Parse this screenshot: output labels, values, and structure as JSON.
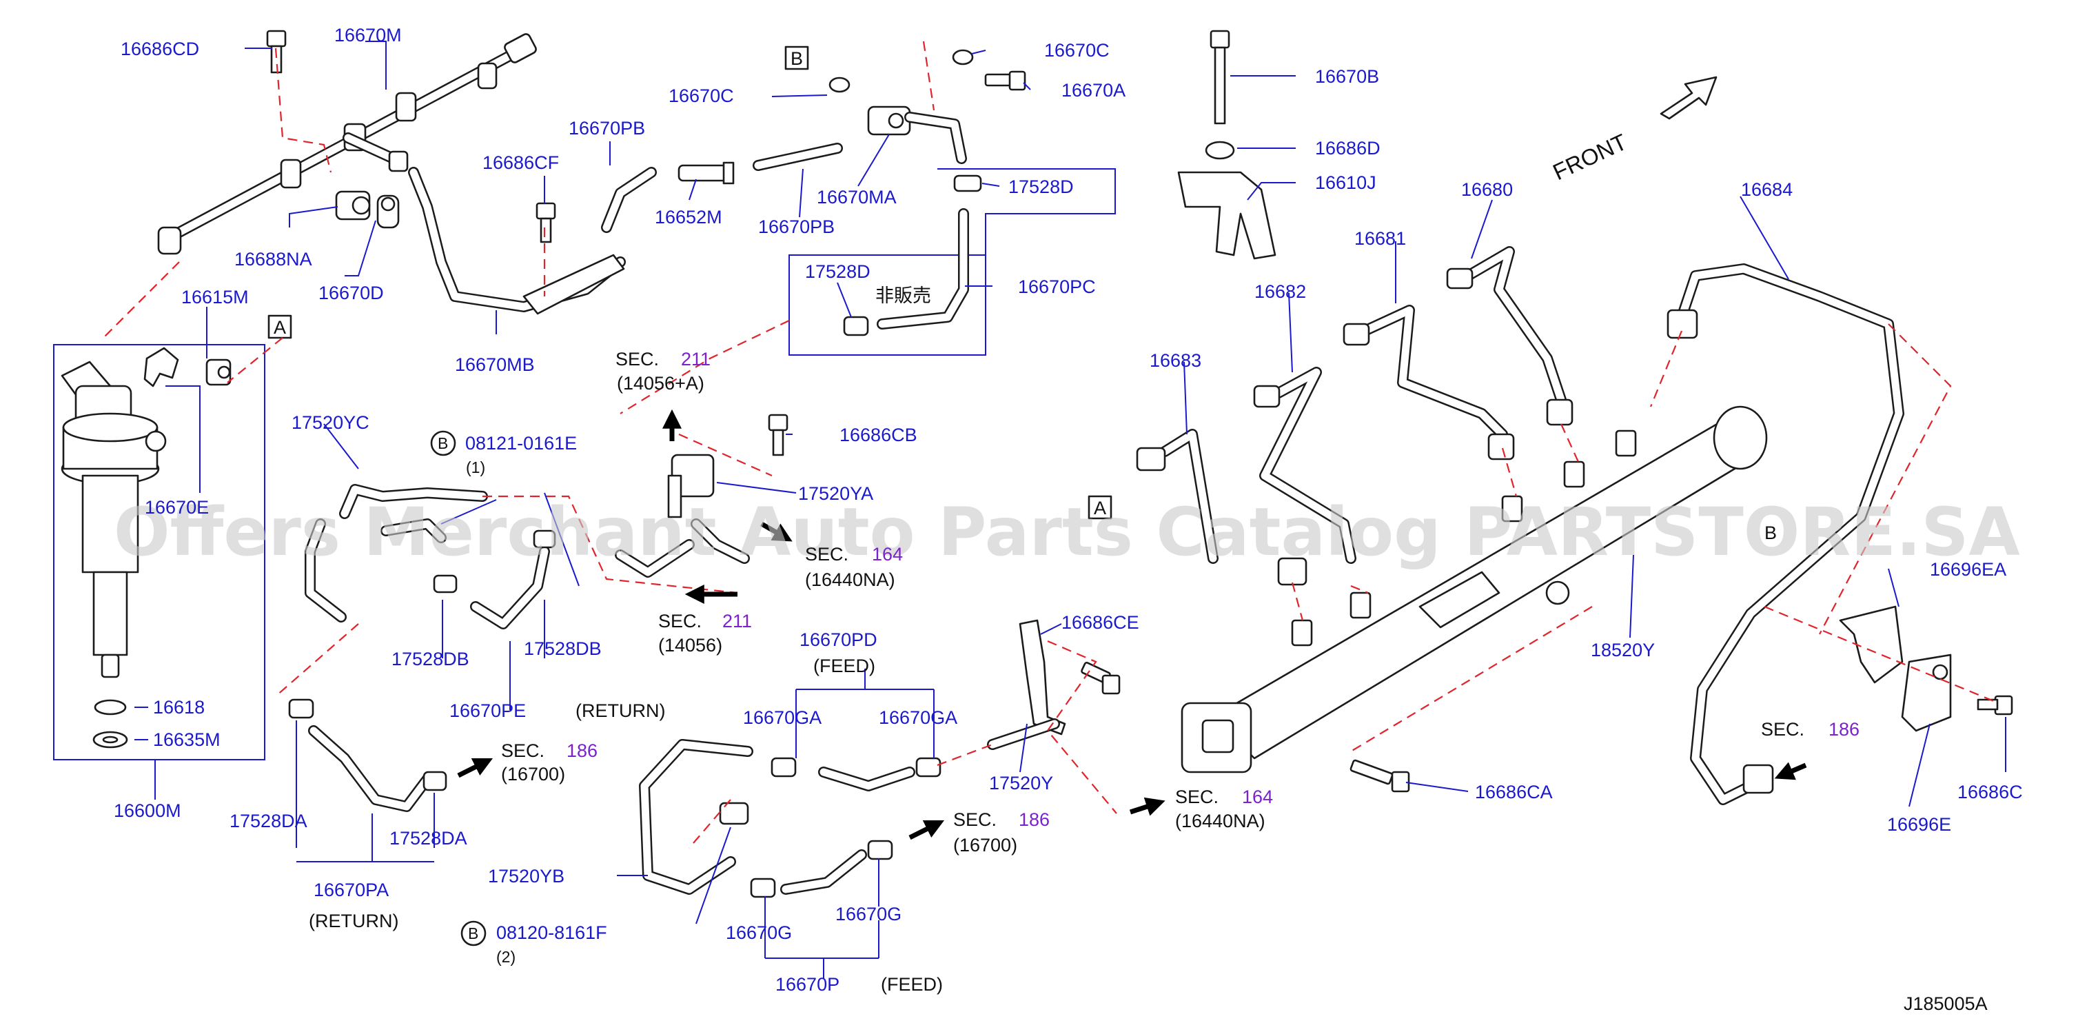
{
  "colors": {
    "label": "#1a1acc",
    "section_number": "#7a22cc",
    "guide_dashes": "#e0242b",
    "watermark": "#c9c9c9"
  },
  "watermark": "Offers Merchant Auto Parts Catalog PARTSTORE.SA",
  "diagram_code": "J185005A",
  "front_label": "FRONT",
  "not_for_sale_label": "非販売",
  "ref_letters": {
    "a": "A",
    "b": "B"
  },
  "labels": {
    "p16686CD": "16686CD",
    "p16670M": "16670M",
    "p16688NA": "16688NA",
    "p16670D": "16670D",
    "p16615M": "16615M",
    "p16670E": "16670E",
    "p16618": "16618",
    "p16635M": "16635M",
    "p16600M": "16600M",
    "p16670PB": "16670PB",
    "p16686CF": "16686CF",
    "p16670MB": "16670MB",
    "p16652M": "16652M",
    "p16670PB2": "16670PB",
    "p16670C": "16670C",
    "p16670MA": "16670MA",
    "p16670C2": "16670C",
    "p16670A": "16670A",
    "p17528D": "17528D",
    "p17528D2": "17528D",
    "p16670PC": "16670PC",
    "p16670B": "16670B",
    "p16686D": "16686D",
    "p16610J": "16610J",
    "p16680": "16680",
    "p16681": "16681",
    "p16682": "16682",
    "p16683": "16683",
    "p16684": "16684",
    "p17520YC": "17520YC",
    "p08121": "08121-0161E",
    "p16686CB": "16686CB",
    "p17520YA": "17520YA",
    "p17528DB": "17528DB",
    "p17528DB2": "17528DB",
    "p16670PE": "16670PE",
    "p17528DA": "17528DA",
    "p17528DA2": "17528DA",
    "p16670PA": "16670PA",
    "p16670PD": "16670PD",
    "p16670GA": "16670GA",
    "p16670GA2": "16670GA",
    "p17520YB": "17520YB",
    "p08120": "08120-8161F",
    "p16670G": "16670G",
    "p16670G2": "16670G",
    "p16670P": "16670P",
    "p16686CE": "16686CE",
    "p17520Y": "17520Y",
    "p18520Y": "18520Y",
    "p16686CA": "16686CA",
    "p16696EA": "16696EA",
    "p16686C": "16686C",
    "p16696E": "16696E"
  },
  "qty_labels": {
    "q1": "(1)",
    "q2": "(2)"
  },
  "notes": {
    "return1": "(RETURN)",
    "return2": "(RETURN)",
    "feed1": "(FEED)",
    "feed2": "(FEED)"
  },
  "sections": {
    "s211a": {
      "prefix": "SEC.",
      "number": "211",
      "ref": "(14056+A)"
    },
    "s164a": {
      "prefix": "SEC.",
      "number": "164",
      "ref": "(16440NA)"
    },
    "s211b": {
      "prefix": "SEC.",
      "number": "211",
      "ref": "(14056)"
    },
    "s186a": {
      "prefix": "SEC.",
      "number": "186",
      "ref": "(16700)"
    },
    "s186b": {
      "prefix": "SEC.",
      "number": "186",
      "ref": "(16700)"
    },
    "s164b": {
      "prefix": "SEC.",
      "number": "164",
      "ref": "(16440NA)"
    },
    "s186c": {
      "prefix": "SEC.",
      "number": "186",
      "ref": ""
    }
  }
}
